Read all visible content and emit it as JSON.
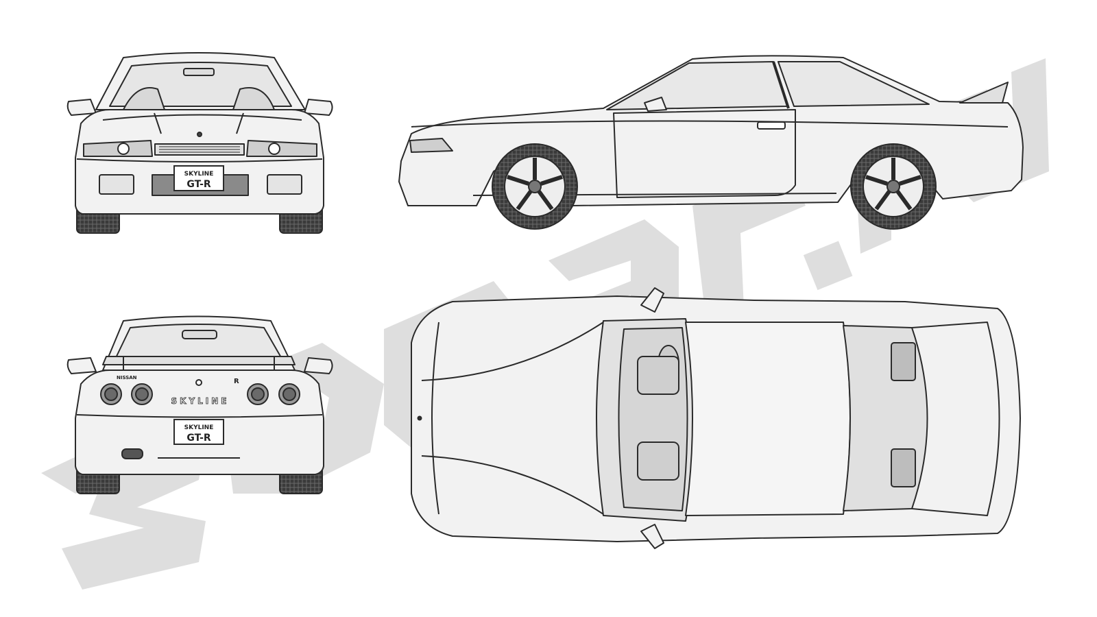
{
  "front_plate": {
    "line1": "SKYLINE",
    "line2": "GT-R"
  },
  "rear_plate": {
    "line1": "SKYLINE",
    "line2": "GT-R"
  },
  "rear_badges": {
    "maker": "NISSAN",
    "model": "SKYLINE",
    "emblem": "R"
  },
  "watermark": "3DCar.ru",
  "colors": {
    "line": "#2a2a2a",
    "body": "#f2f2f2",
    "tire": "#3a3a3a",
    "watermark": "#bdbdbd"
  }
}
